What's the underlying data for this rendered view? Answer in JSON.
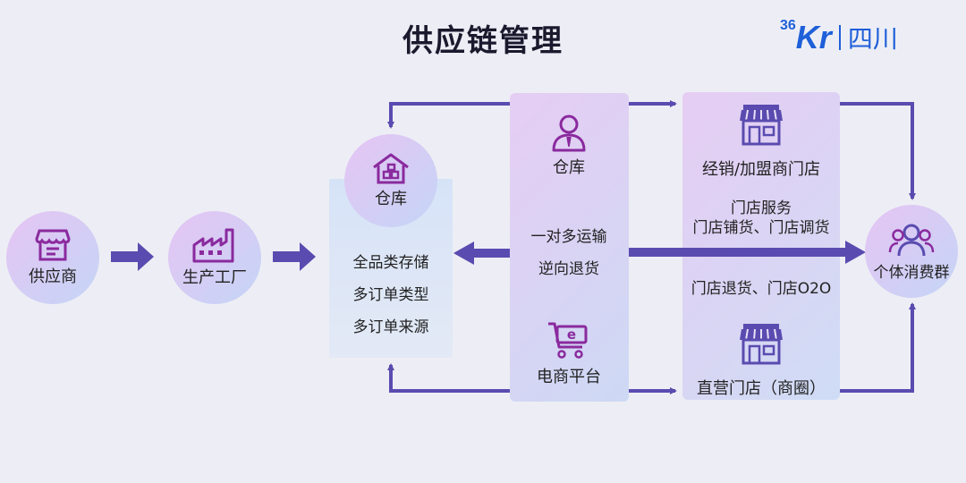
{
  "title": "供应链管理",
  "logo": {
    "mark_number": "36",
    "mark_letters": "Kr",
    "region": "四川"
  },
  "nodes": {
    "supplier": "供应商",
    "factory": "生产工厂",
    "warehouse": "仓库",
    "consumers": "个体消费群"
  },
  "warehouse_panel": {
    "lines": [
      "全品类存储",
      "多订单类型",
      "多订单来源"
    ]
  },
  "middle_panel": {
    "top_label": "仓库",
    "lines": [
      "一对多运输",
      "逆向退货"
    ],
    "bottom_label": "电商平台"
  },
  "right_panel": {
    "top_store": "经销/加盟商门店",
    "service_title": "门店服务",
    "service_detail": "门店铺货、门店调货",
    "return_line": "门店退货、门店O2O",
    "bottom_store": "直营门店（商圈）"
  },
  "colors": {
    "accent": "#5a4bb0",
    "icon": "#8a2a9e",
    "logo": "#1f5fd9"
  }
}
